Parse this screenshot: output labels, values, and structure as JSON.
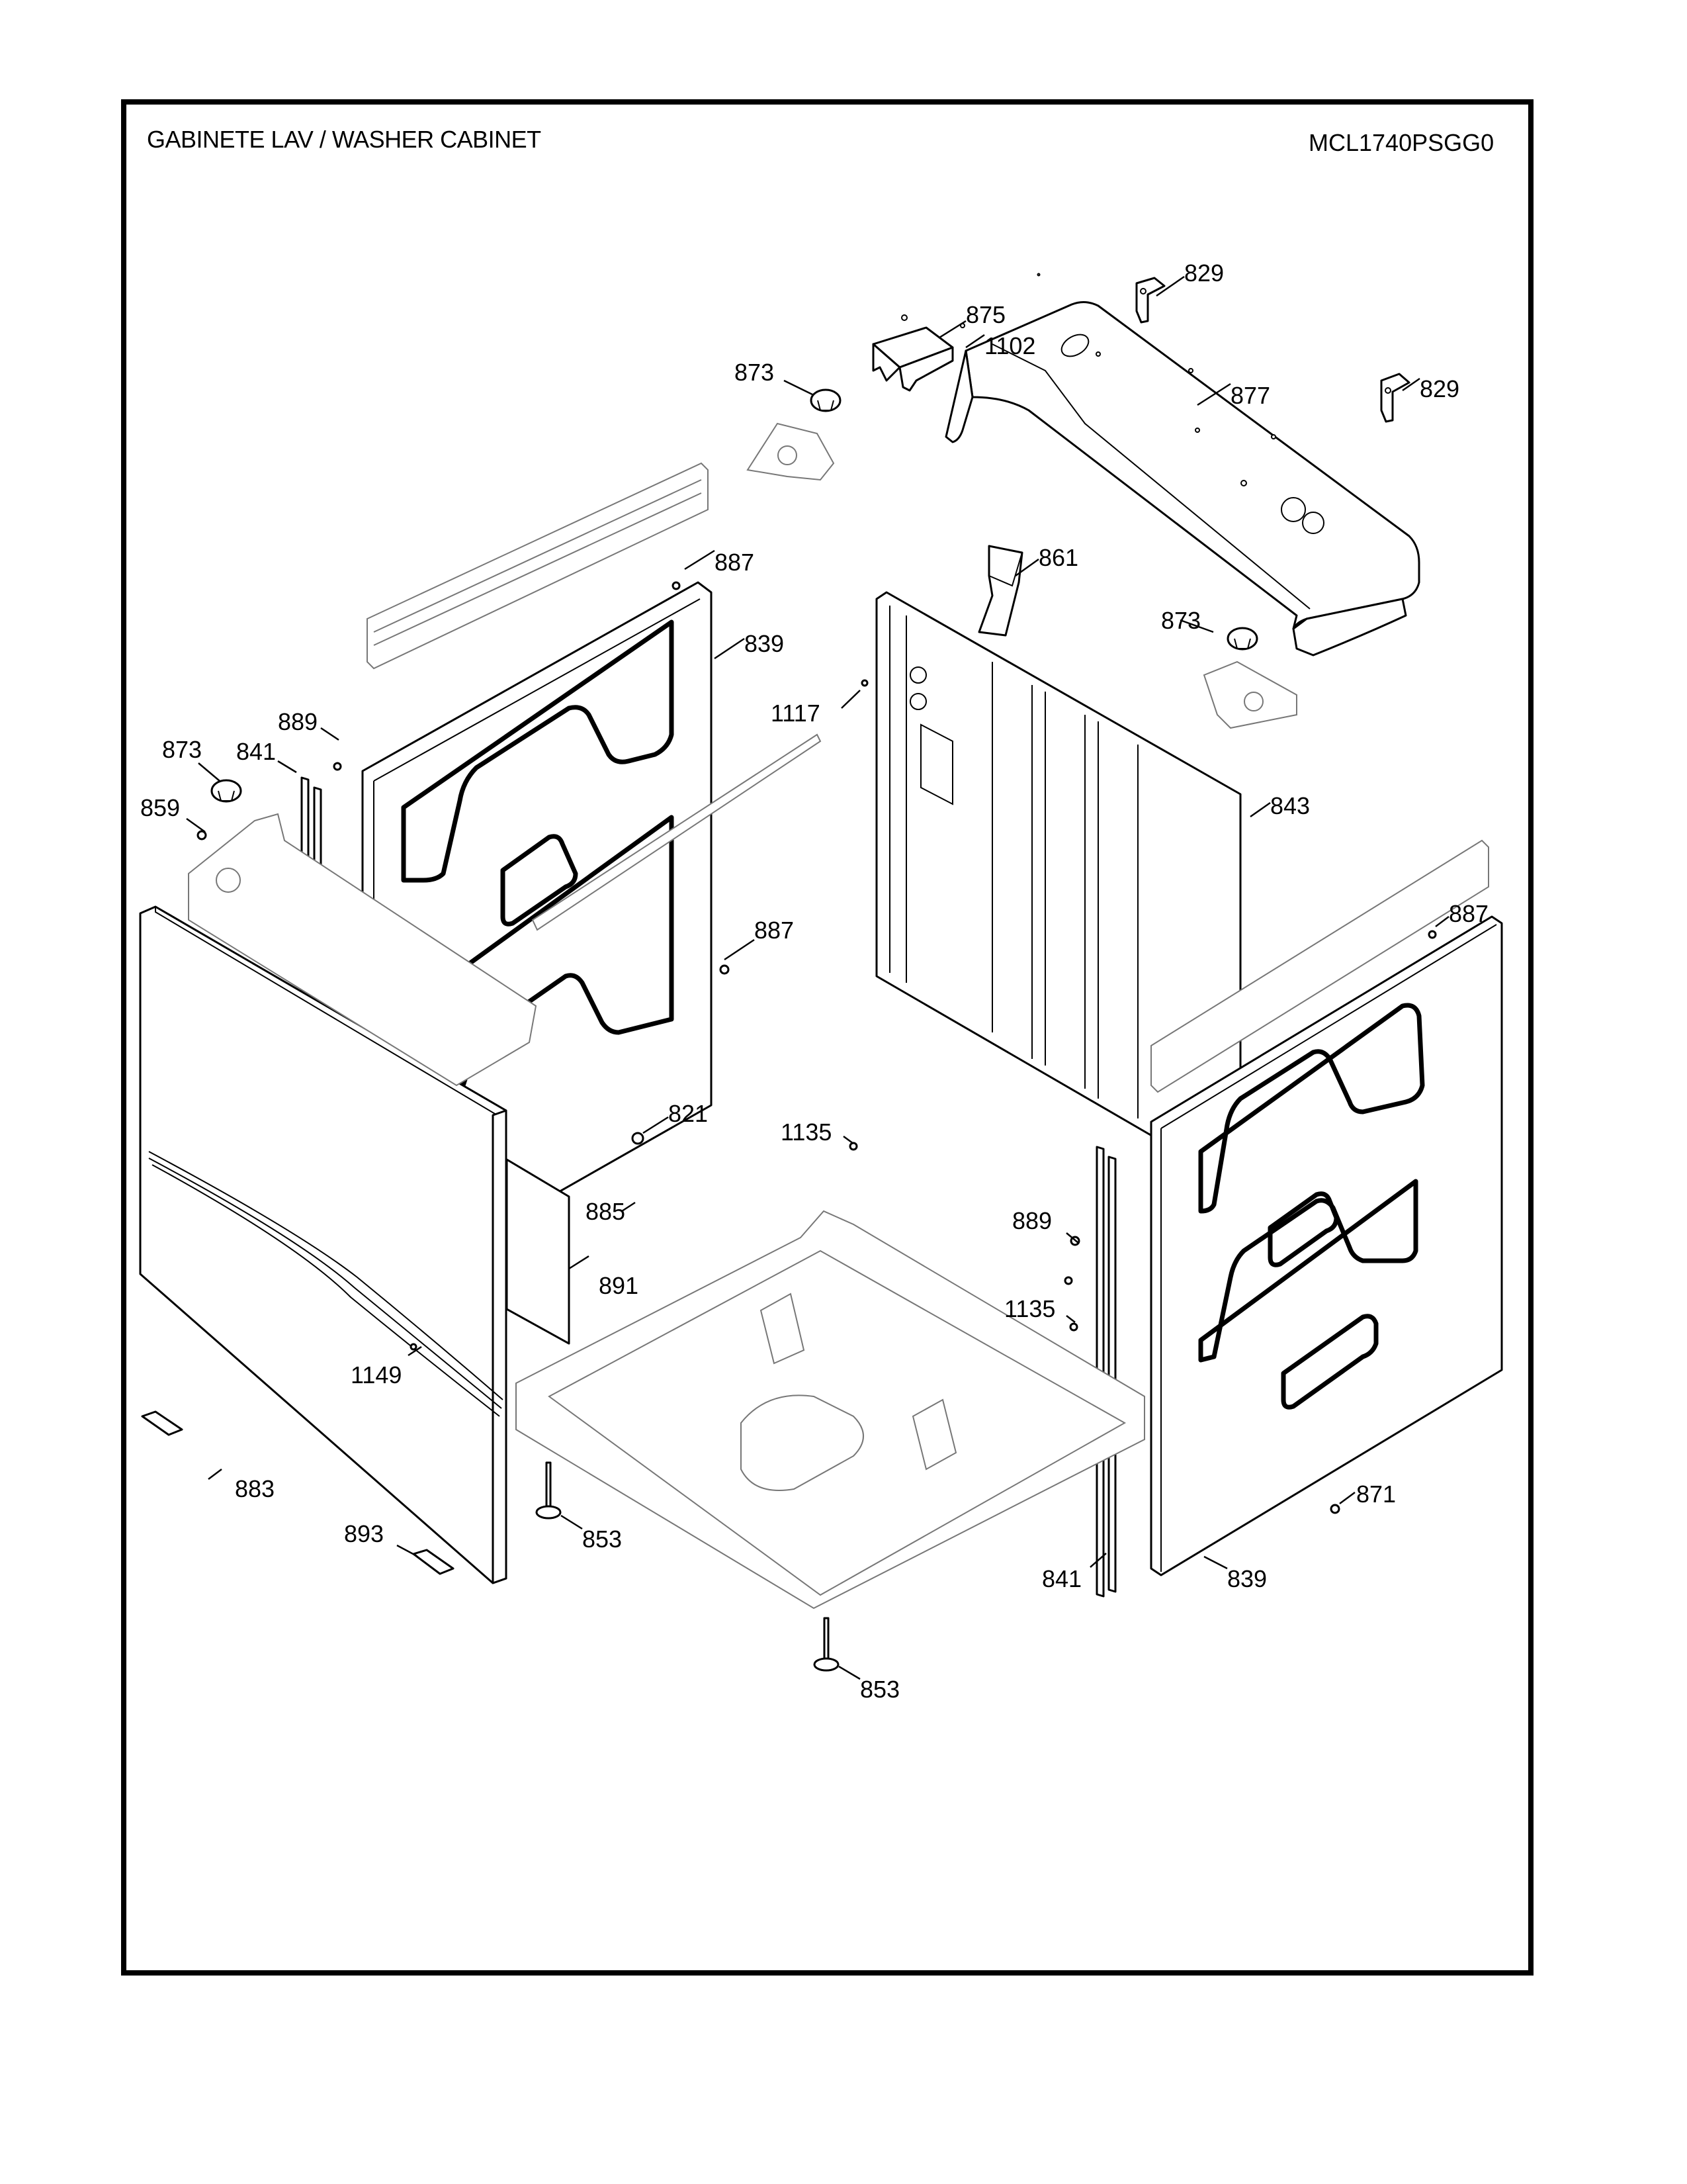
{
  "header": {
    "title": "GABINETE LAV / WASHER CABINET",
    "model_number": "MCL1740PSGG0"
  },
  "callouts": [
    {
      "id": "c829a",
      "label": "829"
    },
    {
      "id": "c875",
      "label": "875"
    },
    {
      "id": "c1102",
      "label": "1102"
    },
    {
      "id": "c873a",
      "label": "873"
    },
    {
      "id": "c877",
      "label": "877"
    },
    {
      "id": "c829b",
      "label": "829"
    },
    {
      "id": "c887a",
      "label": "887"
    },
    {
      "id": "c861",
      "label": "861"
    },
    {
      "id": "c839a",
      "label": "839"
    },
    {
      "id": "c873b",
      "label": "873"
    },
    {
      "id": "c1117",
      "label": "1117"
    },
    {
      "id": "c889a",
      "label": "889"
    },
    {
      "id": "c873c",
      "label": "873"
    },
    {
      "id": "c841a",
      "label": "841"
    },
    {
      "id": "c859",
      "label": "859"
    },
    {
      "id": "c843",
      "label": "843"
    },
    {
      "id": "c887b",
      "label": "887"
    },
    {
      "id": "c887c",
      "label": "887"
    },
    {
      "id": "c821",
      "label": "821"
    },
    {
      "id": "c1135a",
      "label": "1135"
    },
    {
      "id": "c885",
      "label": "885"
    },
    {
      "id": "c889b",
      "label": "889"
    },
    {
      "id": "c891",
      "label": "891"
    },
    {
      "id": "c1135b",
      "label": "1135"
    },
    {
      "id": "c1149",
      "label": "1149"
    },
    {
      "id": "c883",
      "label": "883"
    },
    {
      "id": "c871",
      "label": "871"
    },
    {
      "id": "c893",
      "label": "893"
    },
    {
      "id": "c853a",
      "label": "853"
    },
    {
      "id": "c841b",
      "label": "841"
    },
    {
      "id": "c839b",
      "label": "839"
    },
    {
      "id": "c853b",
      "label": "853"
    }
  ]
}
